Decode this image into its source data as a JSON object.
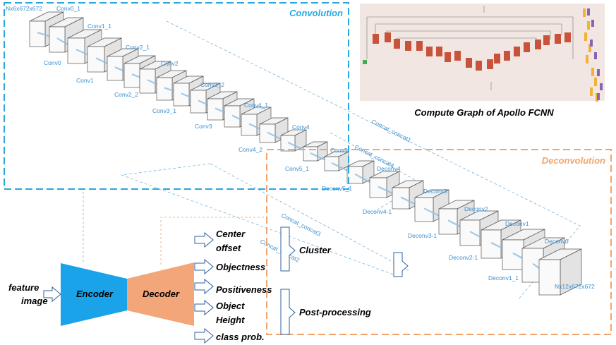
{
  "sections": {
    "convolution": "Convolution",
    "deconvolution": "Deconvolution",
    "compute_graph_caption": "Compute Graph of Apollo FCNN"
  },
  "network": {
    "input_label": "Nx6x672x672",
    "output_label": "Nx12x672x672",
    "layers": [
      "Conv0_1",
      "Conv0",
      "Conv1_1",
      "Conv1",
      "Conv2_1",
      "Conv2_2",
      "Conv2",
      "Conv3_1",
      "Conv3_2",
      "Conv3",
      "Conv4_1",
      "Conv4_2",
      "Conv4",
      "Conv5_1",
      "Conv5",
      "Deconv5_1",
      "Deconv4",
      "Deconv4-1",
      "Deconv3",
      "Deconv3-1",
      "Deconv2",
      "Deconv2-1",
      "Deconv1",
      "Deconv1_1",
      "Deconv0"
    ],
    "concat_links": [
      "Concat_concat1",
      "Concat_concat4",
      "Concat_concat3",
      "Concat_concat2"
    ]
  },
  "pipeline": {
    "input": [
      "feature",
      "image"
    ],
    "encoder": "Encoder",
    "decoder": "Decoder",
    "outputs": [
      "Center",
      "offset",
      "Objectness",
      "Positiveness",
      "Object",
      "Height",
      "class prob."
    ],
    "cluster": "Cluster",
    "post_processing": "Post-processing"
  },
  "colors": {
    "convolution": "#29a8e0",
    "deconvolution": "#f4a46a",
    "encoder": "#1aa3e8",
    "decoder": "#f2a679",
    "arrow": "#2f5f9e",
    "label": "#3a8fd0"
  }
}
